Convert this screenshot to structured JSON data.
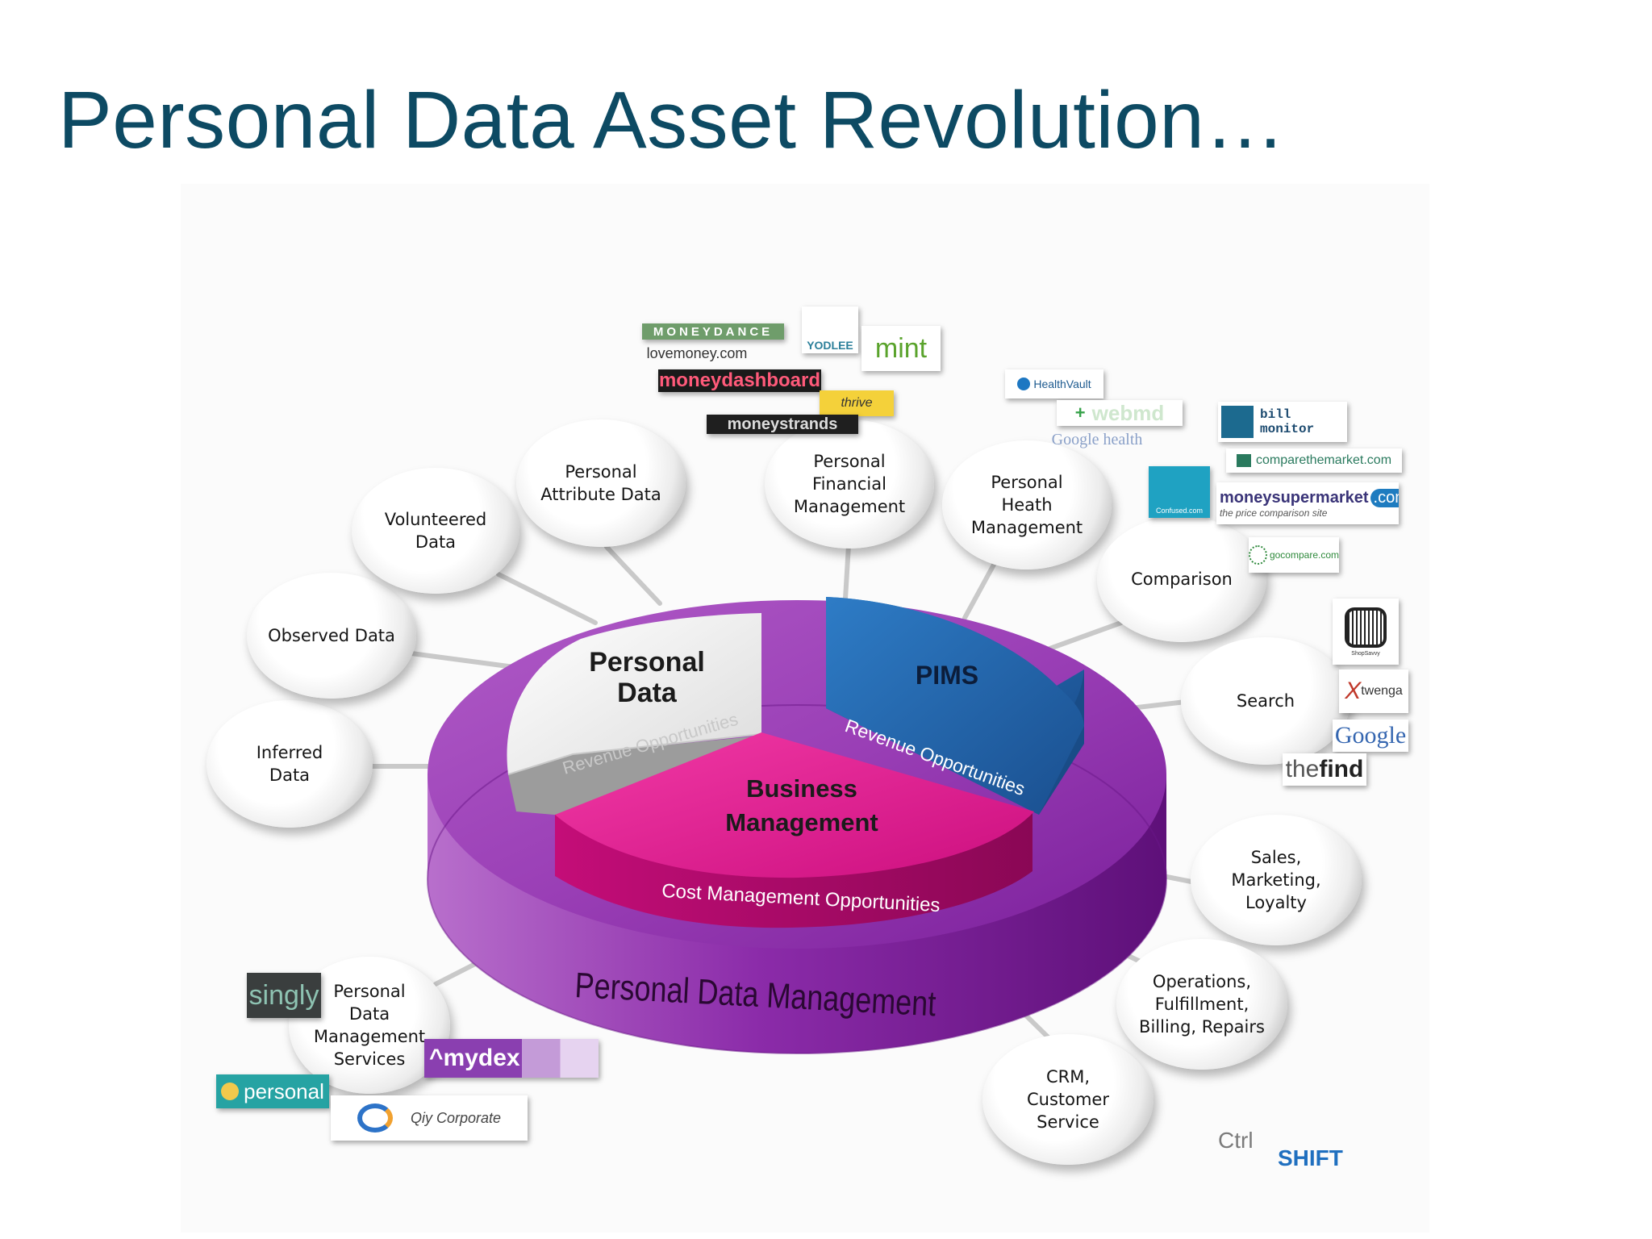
{
  "slide": {
    "title": "Personal Data Asset Revolution…"
  },
  "core": {
    "personal_data": "Personal Data",
    "personal_data_line1": "Personal",
    "personal_data_line2": "Data",
    "pd_revenue": "Revenue Opportunities",
    "pims": "PIMS",
    "pims_revenue": "Revenue Opportunities",
    "business_line1": "Business",
    "business_line2": "Management",
    "cost": "Cost Management Opportunities",
    "pdm": "Personal Data Management"
  },
  "bubbles": {
    "inferred": [
      "Inferred",
      "Data"
    ],
    "observed": [
      "Observed Data"
    ],
    "volunteered": [
      "Volunteered",
      "Data"
    ],
    "attribute": [
      "Personal",
      "Attribute Data"
    ],
    "finance": [
      "Personal",
      "Financial",
      "Management"
    ],
    "health": [
      "Personal",
      "Heath",
      "Management"
    ],
    "comparison": [
      "Comparison"
    ],
    "search": [
      "Search"
    ],
    "sales": [
      "Sales,",
      "Marketing,",
      "Loyalty"
    ],
    "operations": [
      "Operations,",
      "Fulfillment,",
      "Billing, Repairs"
    ],
    "crm": [
      "CRM,",
      "Customer",
      "Service"
    ],
    "pdms": [
      "Personal",
      "Data",
      "Management",
      "Services"
    ]
  },
  "logos": {
    "moneydance": "MONEYDANCE",
    "lovemoney": "lovemoney.com",
    "yodlee": "YODLEE",
    "mint": "mint",
    "moneydashboard": "moneydashboard",
    "moneystrands": "moneystrands",
    "thrive": "thrive",
    "healthvault": "HealthVault",
    "webmd": "webmd",
    "google_health": "Google health",
    "billmonitor_1": "bill",
    "billmonitor_2": "monitor",
    "comparethemarket": "comparethemarket.com",
    "moneysupermarket": "moneysupermarket",
    "moneysupermarket_com": ".com",
    "moneysupermarket_tag": "the price comparison site",
    "confused": "Confused.com",
    "gocompare": "gocompare.com",
    "shopsavvy": "ShopSavvy",
    "twenga": "twenga",
    "google": "Google",
    "thefind_1": "the",
    "thefind_2": "find",
    "singly": "singly",
    "mydex": "^mydex",
    "personal": "personal",
    "qiy": "Qiy Corporate",
    "ctrlshift_1": "Ctrl",
    "ctrlshift_2": "SHIFT"
  },
  "colors": {
    "title": "#0d4a63",
    "purple_disc": "#8d2aa8",
    "pink_business": "#e0148c",
    "pims_blue": "#1f63ab",
    "personal_data_white": "#f2f2f2"
  }
}
